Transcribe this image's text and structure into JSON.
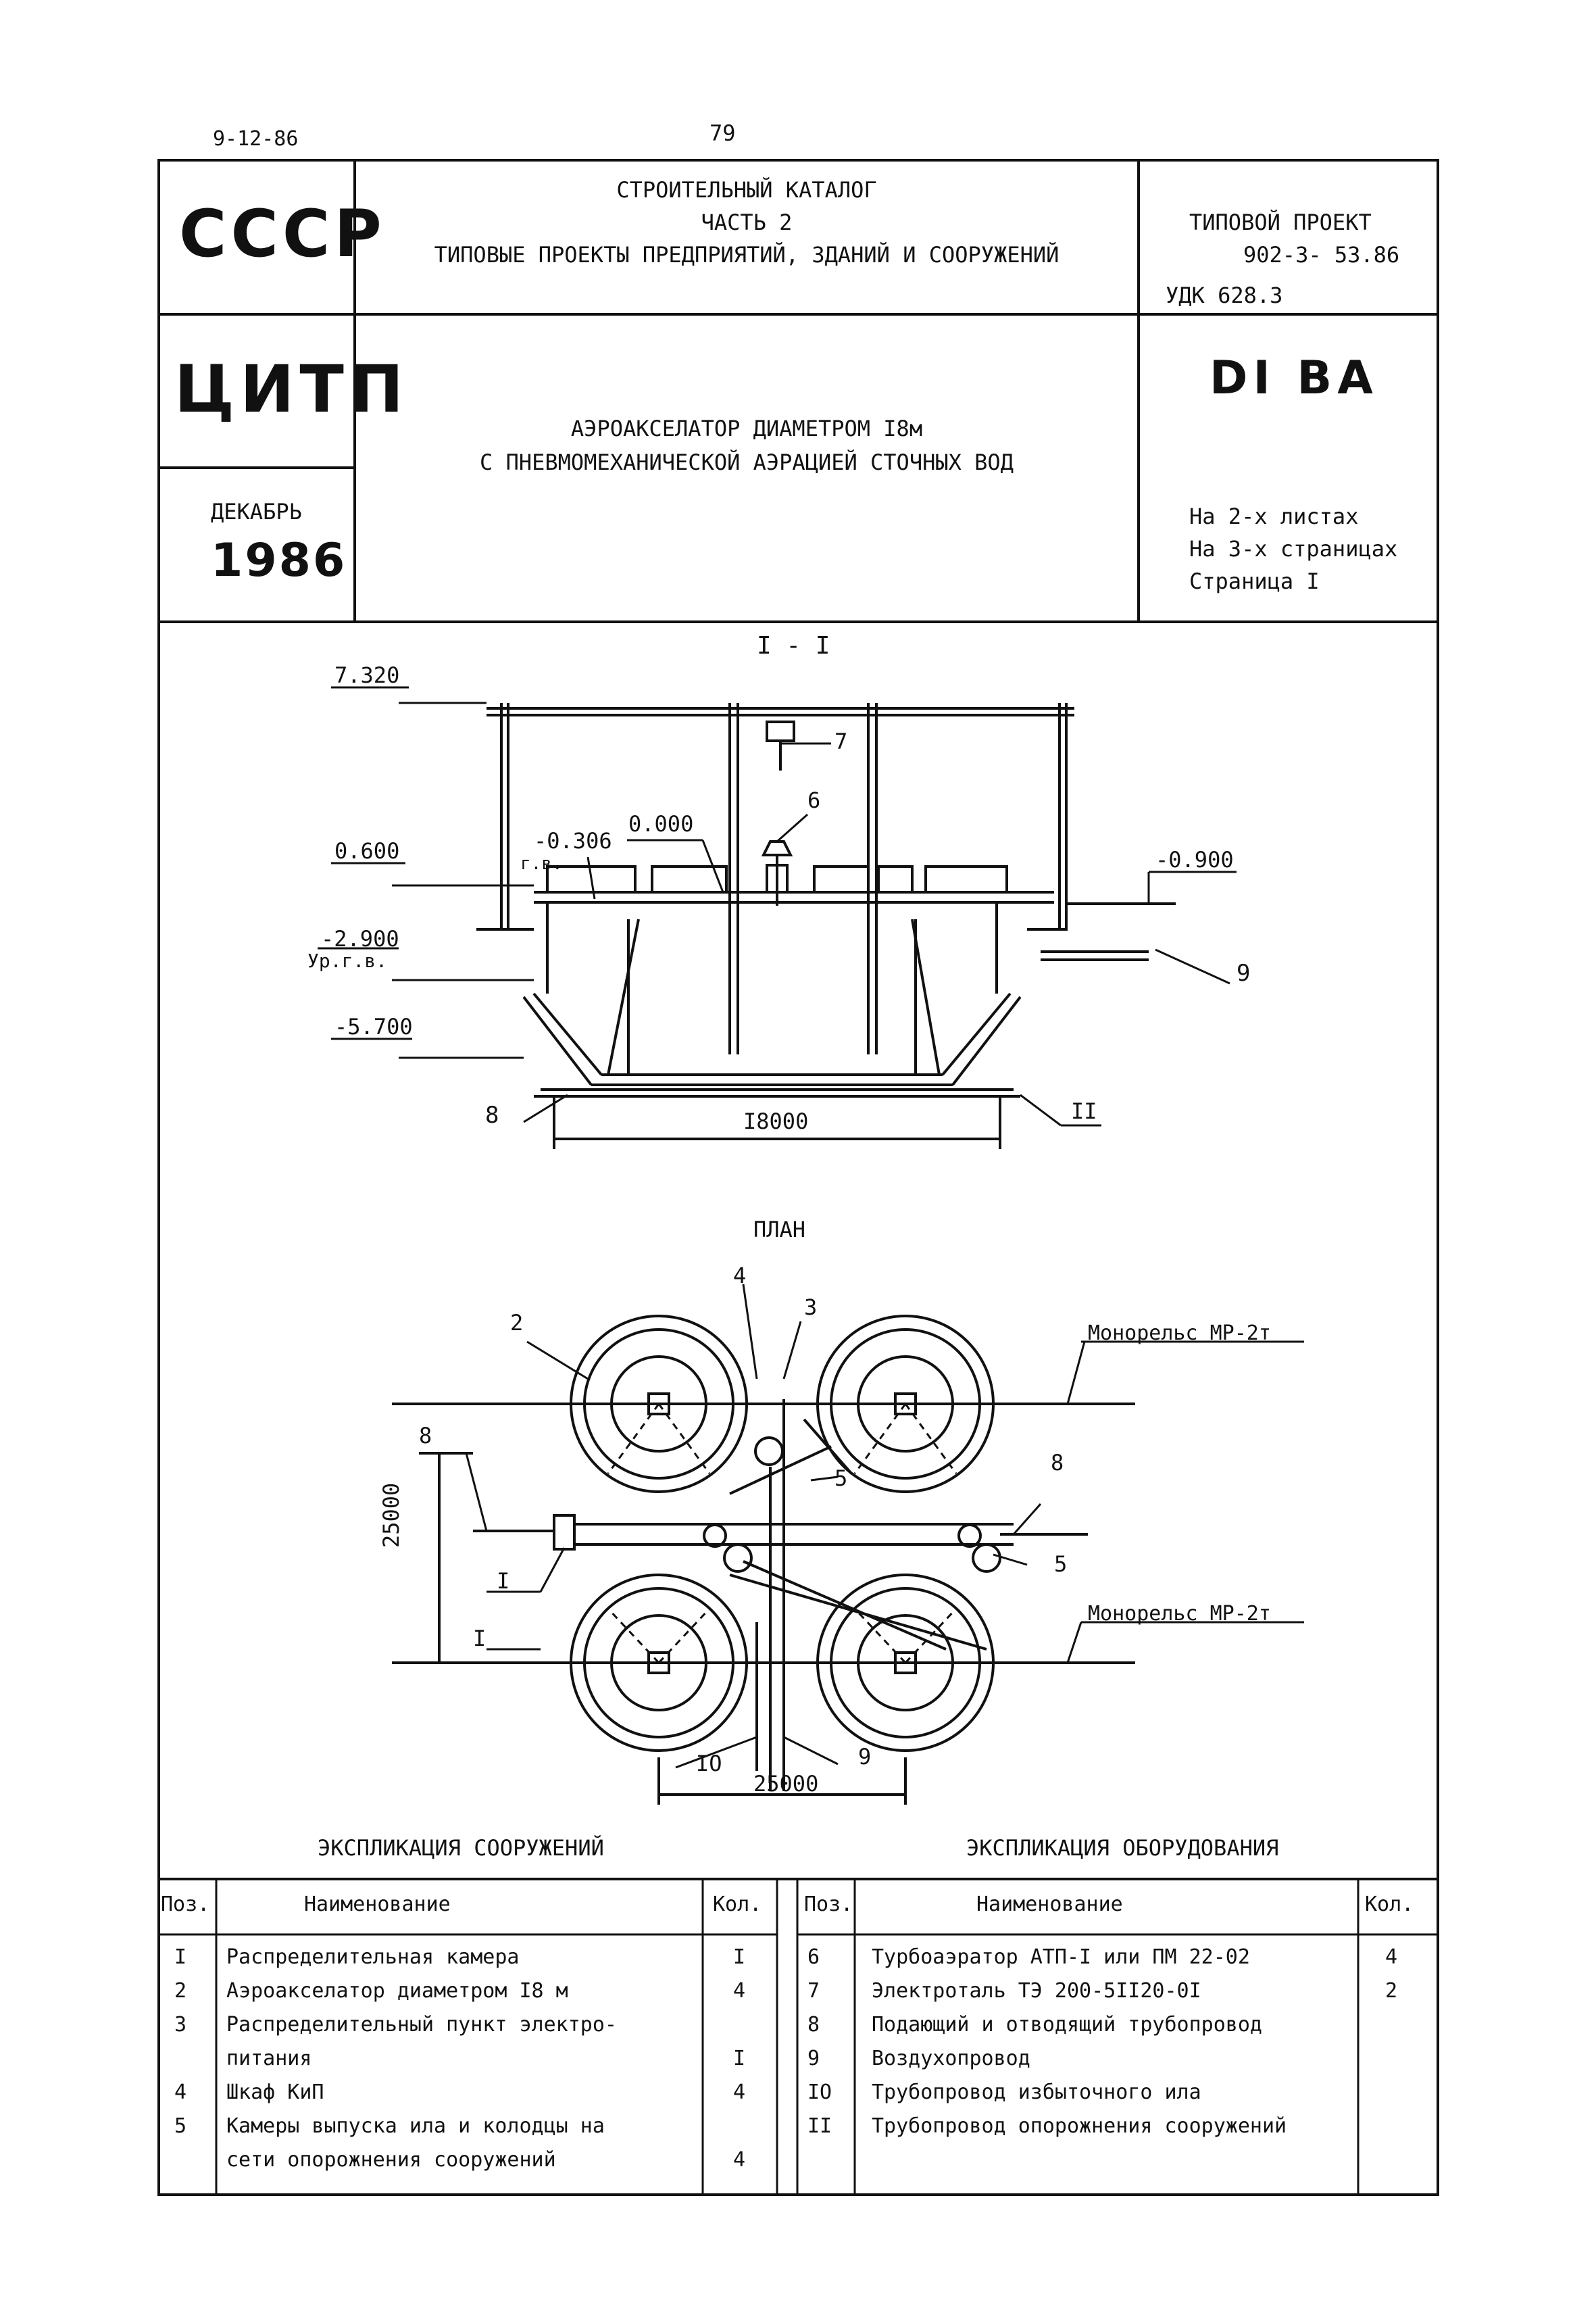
{
  "page": {
    "date": "9-12-86",
    "number": "79"
  },
  "header": {
    "country": "СССР",
    "org": "ЦИТП",
    "month": "ДЕКАБРЬ",
    "year": "1986",
    "catalog_line1": "СТРОИТЕЛЬНЫЙ  КАТАЛОГ",
    "catalog_line2": "ЧАСТЬ 2",
    "catalog_line3": "ТИПОВЫЕ ПРОЕКТЫ ПРЕДПРИЯТИЙ, ЗДАНИЙ И СООРУЖЕНИЙ",
    "project_label": "ТИПОВОЙ ПРОЕКТ",
    "project_number": "902-3- 53.86",
    "udk": "УДК 628.3",
    "code": "DI BA",
    "title_line1": "АЭРОАКСЕЛАТОР  ДИАМЕТРОМ  I8м",
    "title_line2": "С ПНЕВМОМЕХАНИЧЕСКОЙ  АЭРАЦИЕЙ  СТОЧНЫХ  ВОД",
    "sheets": "На 2-х листах",
    "pages": "На 3-х страницах",
    "page_label": "Страница I"
  },
  "section": {
    "title": "I - I",
    "elev_top": "7.320",
    "elev_0600": "0.600",
    "elev_m0306": "-0.306",
    "gv": "г.в.",
    "elev_0000": "0.000",
    "elev_m0900": "-0.900",
    "elev_m2900": "-2.900",
    "ugv": "Ур.г.в.",
    "elev_m5700": "-5.700",
    "dim": "I8000",
    "c6": "6",
    "c7": "7",
    "c8": "8",
    "c9": "9",
    "c11": "II"
  },
  "plan": {
    "title": "ПЛАН",
    "monorail_top": "Монорельс МР-2т",
    "monorail_bottom": "Монорельс МР-2т",
    "dim_vertical": "25000",
    "dim_horizontal": "25000",
    "c1": "I",
    "c2": "2",
    "c3": "3",
    "c4": "4",
    "c5a": "5",
    "c5b": "5",
    "c8a": "8",
    "c8b": "8",
    "c9": "9",
    "c10": "IO",
    "cut": "I"
  },
  "tables": {
    "structures_title": "ЭКСПЛИКАЦИЯ  СООРУЖЕНИЙ",
    "equipment_title": "ЭКСПЛИКАЦИЯ  ОБОРУДОВАНИЯ",
    "h_pos": "Поз.",
    "h_name": "Наименование",
    "h_qty": "Кол.",
    "h_pos2": "Поз.",
    "h_name2": "Наименование",
    "h_qty2": "Кол.",
    "structures": [
      {
        "pos": "I",
        "name": "Распределительная камера",
        "qty": "I"
      },
      {
        "pos": "2",
        "name": "Аэроакселатор диаметром I8 м",
        "qty": "4"
      },
      {
        "pos": "3",
        "name": "Распределительный пункт электро-",
        "qty": ""
      },
      {
        "pos": "",
        "name": "питания",
        "qty": "I"
      },
      {
        "pos": "4",
        "name": "Шкаф КиП",
        "qty": "4"
      },
      {
        "pos": "5",
        "name": "Камеры выпуска ила и колодцы на",
        "qty": ""
      },
      {
        "pos": "",
        "name": "сети опорожнения сооружений",
        "qty": "4"
      }
    ],
    "equipment": [
      {
        "pos": "6",
        "name": "Турбоаэратор АТП-I или ПМ 22-02",
        "qty": "4"
      },
      {
        "pos": "7",
        "name": "Электроталь ТЭ 200-5II20-0I",
        "qty": "2"
      },
      {
        "pos": "8",
        "name": "Подающий и отводящий трубопровод",
        "qty": ""
      },
      {
        "pos": "9",
        "name": "Воздухопровод",
        "qty": ""
      },
      {
        "pos": "IO",
        "name": "Трубопровод избыточного ила",
        "qty": ""
      },
      {
        "pos": "II",
        "name": "Трубопровод опорожнения сооружений",
        "qty": ""
      }
    ]
  }
}
